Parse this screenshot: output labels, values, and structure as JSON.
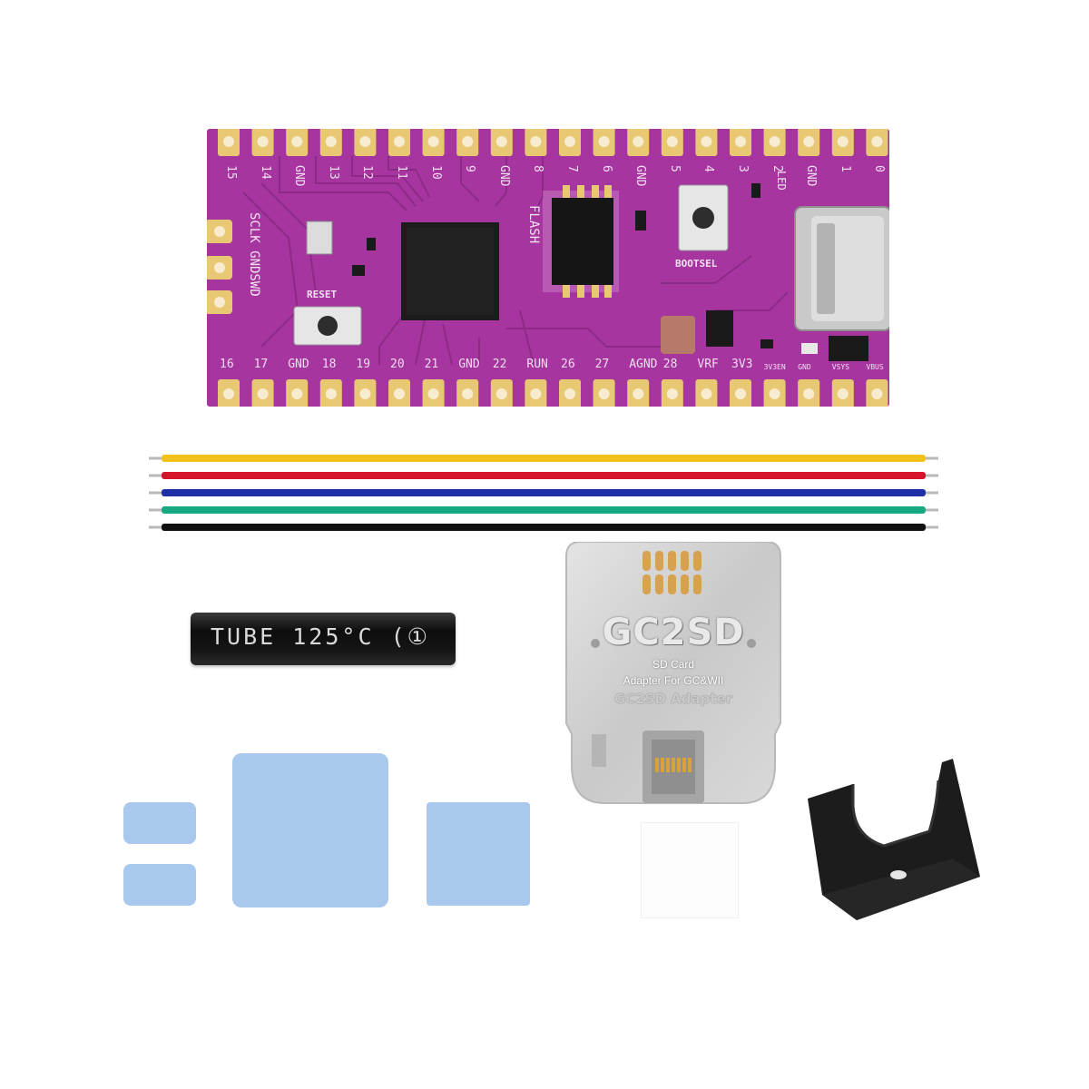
{
  "pcb": {
    "top_pin_labels": [
      "15",
      "14",
      "GND",
      "13",
      "12",
      "11",
      "10",
      "9",
      "GND",
      "8",
      "7",
      "6",
      "GND",
      "5",
      "4",
      "3",
      "2",
      "GND",
      "1",
      "0"
    ],
    "bottom_pin_labels": [
      "16",
      "17",
      "GND",
      "18",
      "19",
      "20",
      "21",
      "GND",
      "22",
      "RUN",
      "26",
      "27",
      "AGND",
      "28",
      "VRF",
      "3V3",
      "3V3EN",
      "GND",
      "VSYS",
      "VBUS"
    ],
    "swd_label": "SCLK GNDSWD",
    "reset_label": "RESET",
    "bootsel_label": "BOOTSEL",
    "flash_label": "FLASH",
    "led_label": "LED",
    "board_color": "#a7359f",
    "pad_color": "#e9c873"
  },
  "wires": {
    "colors": [
      "#f2c21b",
      "#d5142c",
      "#1f2fa8",
      "#19a982",
      "#111111"
    ]
  },
  "tube": {
    "text": "TUBE 125°C (①"
  },
  "pads": {
    "color": "#a9c8ee"
  },
  "card": {
    "title": "GC2SD",
    "subtitle_line1": "SD Card",
    "subtitle_line2": "Adapter For GC&WII",
    "adapter_text": "GC2SD Adapter"
  }
}
